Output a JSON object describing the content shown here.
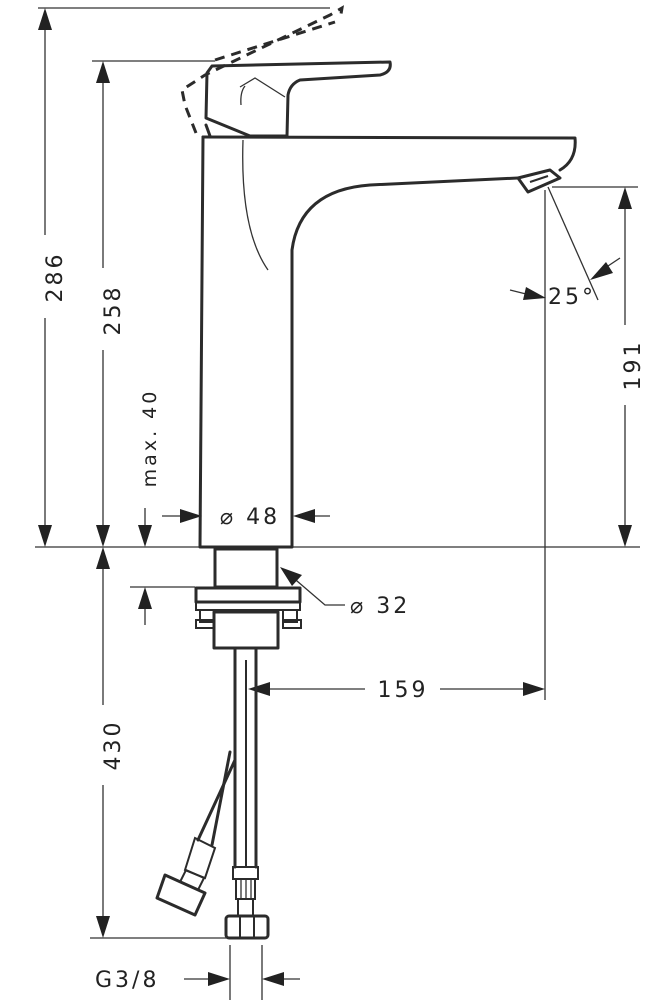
{
  "drawing": {
    "title": "Basin mixer dimension drawing",
    "dimensions": {
      "total_height": "286",
      "handle_height": "258",
      "max_deck_thickness": "max. 40",
      "body_diameter": "⌀ 48",
      "spout_height": "191",
      "aerator_angle": "25°",
      "shank_diameter": "⌀ 32",
      "spout_reach": "159",
      "hose_length": "430",
      "connection_thread": "G3/8"
    }
  }
}
